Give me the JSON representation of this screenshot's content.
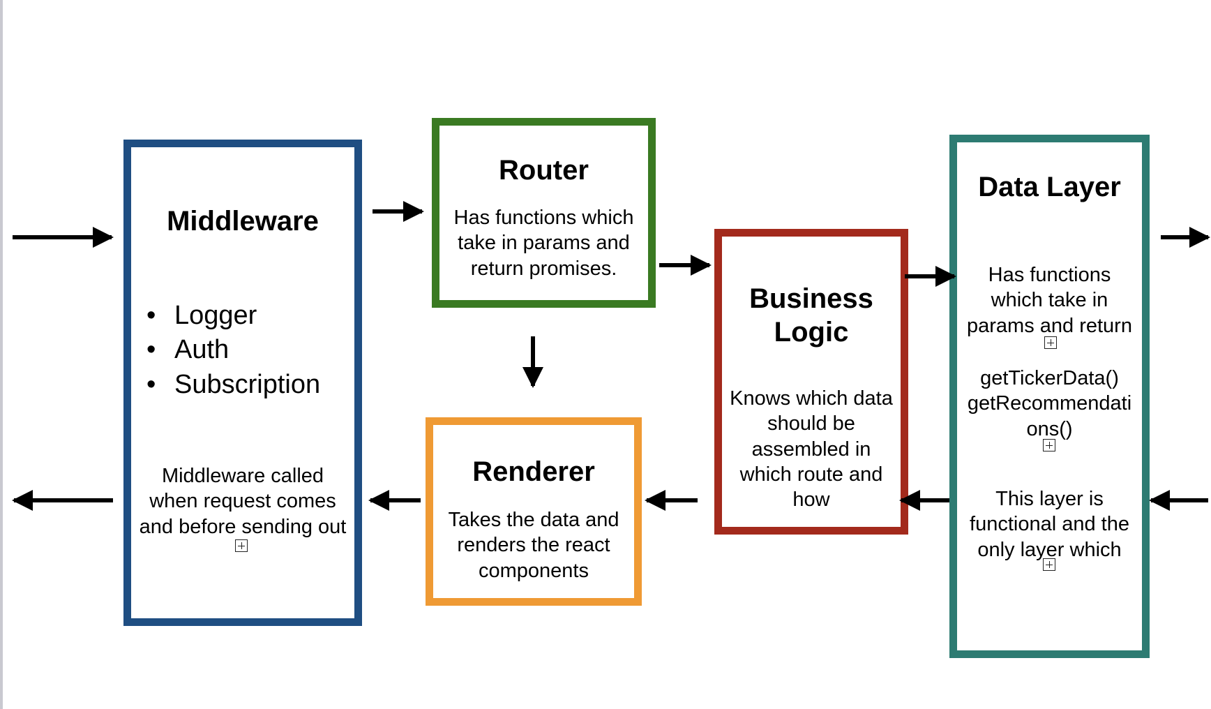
{
  "colors": {
    "middleware": "#1f4e82",
    "router": "#3a7a22",
    "business": "#a32a1c",
    "data": "#2d7b72",
    "renderer": "#ef9a34",
    "arrow": "#000000"
  },
  "middleware": {
    "title": "Middleware",
    "items": [
      "Logger",
      "Auth",
      "Subscription"
    ],
    "note": "Middleware called\nwhen request comes\nand before sending out"
  },
  "router": {
    "title": "Router",
    "text": "Has functions which\ntake in params and\nreturn promises."
  },
  "business": {
    "title": "Business\nLogic",
    "text": "Knows which data\nshould be\nassembled in\nwhich route and\nhow"
  },
  "data_layer": {
    "title": "Data Layer",
    "text1": "Has functions\nwhich take in\nparams and return",
    "text2": "getTickerData()\ngetRecommendati\nons()",
    "text3": "This layer is\nfunctional and the\nonly layer which"
  },
  "renderer": {
    "title": "Renderer",
    "text": "Takes the data and\nrenders the react\ncomponents"
  }
}
